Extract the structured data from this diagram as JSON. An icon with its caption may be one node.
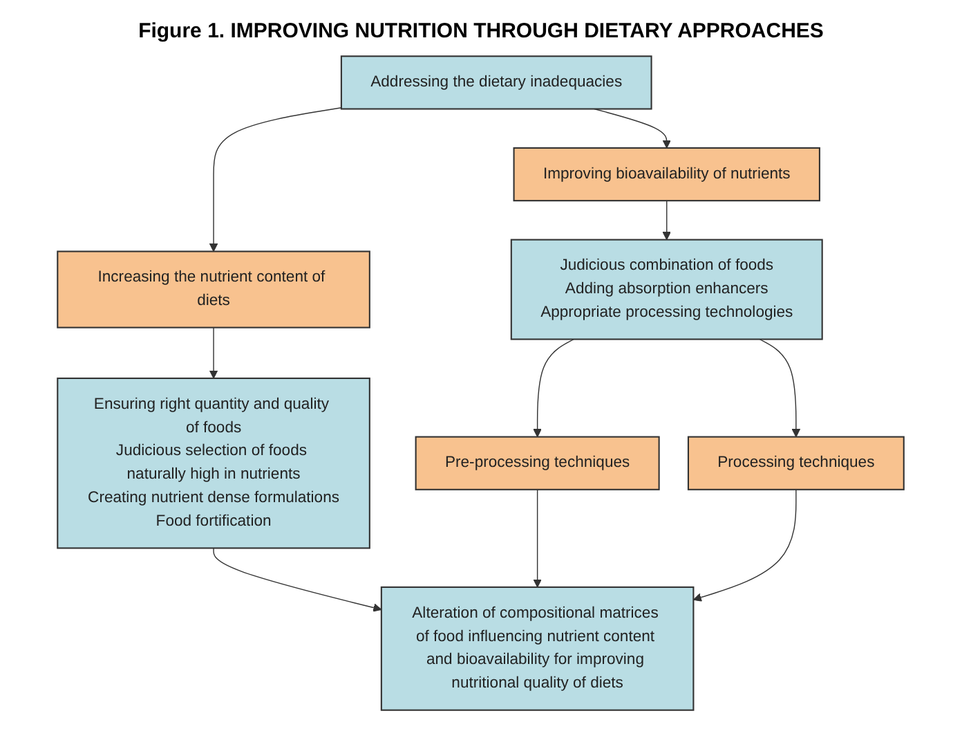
{
  "diagram": {
    "title": "Figure 1. IMPROVING NUTRITION THROUGH DIETARY APPROACHES",
    "nodes": [
      {
        "text": [
          "Addressing the dietary inadequacies"
        ]
      },
      {
        "text": [
          "Increasing the nutrient content of diets"
        ]
      },
      {
        "text": [
          "Improving bioavailability of nutrients"
        ]
      },
      {
        "text": [
          "Ensuring right quantity and quality of foods",
          "Judicious selection of foods naturally high in nutrients",
          "Creating nutrient dense formulations",
          "Food fortification"
        ]
      },
      {
        "text": [
          "Judicious combination of foods",
          "Adding absorption enhancers",
          "Appropriate processing technologies"
        ]
      },
      {
        "text": [
          "Pre-processing techniques"
        ]
      },
      {
        "text": [
          "Processing techniques"
        ]
      },
      {
        "text": [
          "Alteration of compositional matrices of food influencing nutrient content and bioavailability for improving nutritional quality of diets"
        ]
      }
    ],
    "edges": [
      {
        "from": 0,
        "to": 1,
        "arrow": "to"
      },
      {
        "from": 0,
        "to": 2,
        "arrow": "to"
      },
      {
        "from": 1,
        "to": 3,
        "arrow": "to"
      },
      {
        "from": 2,
        "to": 4,
        "arrow": "to"
      },
      {
        "from": 4,
        "to": 5,
        "arrow": "to"
      },
      {
        "from": 4,
        "to": 6,
        "arrow": "to"
      },
      {
        "from": 3,
        "to": 7,
        "arrow": "to"
      },
      {
        "from": 5,
        "to": 7,
        "arrow": "to"
      },
      {
        "from": 6,
        "to": 7,
        "arrow": "to"
      }
    ]
  }
}
